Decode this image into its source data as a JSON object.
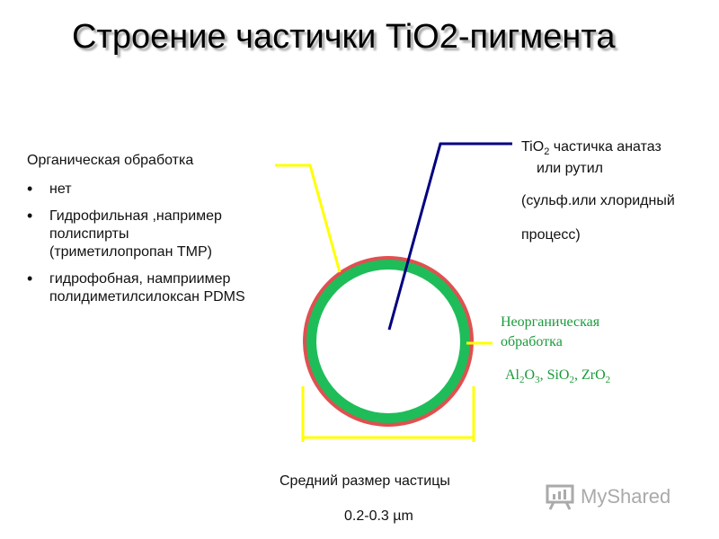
{
  "title": "Строение частички TiO2-пигмента",
  "organic": {
    "heading": "Органическая обработка",
    "items": [
      {
        "lines": [
          "нет"
        ]
      },
      {
        "lines": [
          "Гидрофильная ,например",
          "полиспирты",
          "(триметилопропан TMP)"
        ]
      },
      {
        "lines": [
          "гидрофобная, намприимер",
          "полидиметилсилоксан PDMS"
        ]
      }
    ]
  },
  "particle": {
    "prefix": "TiO",
    "sub": "2",
    "suffix": " частичка анатаз",
    "line2": "или рутил",
    "process1": "(сульф.или хлоридный",
    "process2": "процесс)"
  },
  "inorganic": {
    "line1": "Неорганическая",
    "line2": "обработка",
    "oxides": [
      {
        "text": "Al",
        "sub": "2"
      },
      {
        "text": "O",
        "sub": "3"
      },
      {
        "text": ", SiO",
        "sub": "2"
      },
      {
        "text": ", ZrO",
        "sub": "2"
      }
    ]
  },
  "size": {
    "label": "Средний размер частицы",
    "value": "0.2-0.3 µm"
  },
  "watermark": {
    "text": "MyShared",
    "icon": "presentation-board-icon"
  },
  "colors": {
    "outer_ring": "#e05050",
    "middle_ring": "#1ebd5a",
    "leader_yellow": "#ffff00",
    "leader_blue": "#000080",
    "inorganic_text": "#1a9a3a"
  }
}
